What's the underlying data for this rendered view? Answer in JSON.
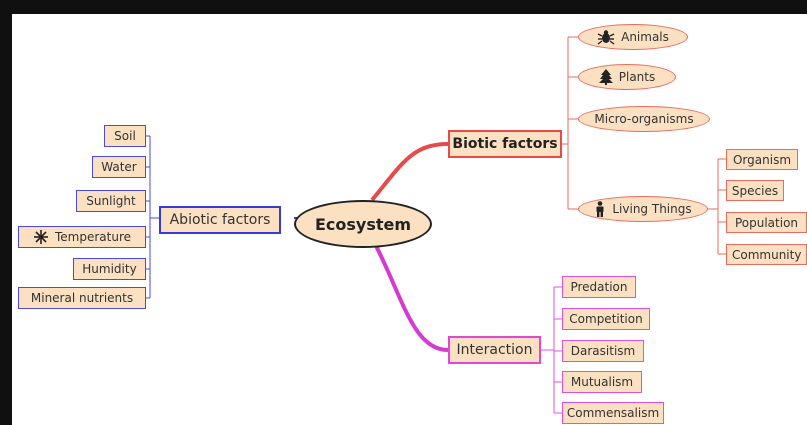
{
  "root": {
    "label": "Ecosystem"
  },
  "abiotic": {
    "label": "Abiotic factors",
    "items": [
      "Soil",
      "Water",
      "Sunlight",
      "Temperature",
      "Humidity",
      "Mineral nutrients"
    ]
  },
  "biotic": {
    "label": "Biotic factors",
    "items": [
      {
        "label": "Animals",
        "icon": "bug-icon"
      },
      {
        "label": "Plants",
        "icon": "tree-icon"
      },
      {
        "label": "Micro-organisms",
        "icon": ""
      },
      {
        "label": "Living Things",
        "icon": "person-icon"
      }
    ],
    "living_things": [
      "Organism",
      "Species",
      "Population",
      "Community"
    ]
  },
  "interaction": {
    "label": "Interaction",
    "items": [
      "Predation",
      "Competition",
      "Darasitism",
      "Mutualism",
      "Commensalism"
    ]
  },
  "temperature_icon": "snowflake-icon",
  "colors": {
    "node_fill": "#fbe0c2",
    "abiotic": "#3a3ad6",
    "biotic": "#e64a4a",
    "interaction": "#e046d8"
  }
}
